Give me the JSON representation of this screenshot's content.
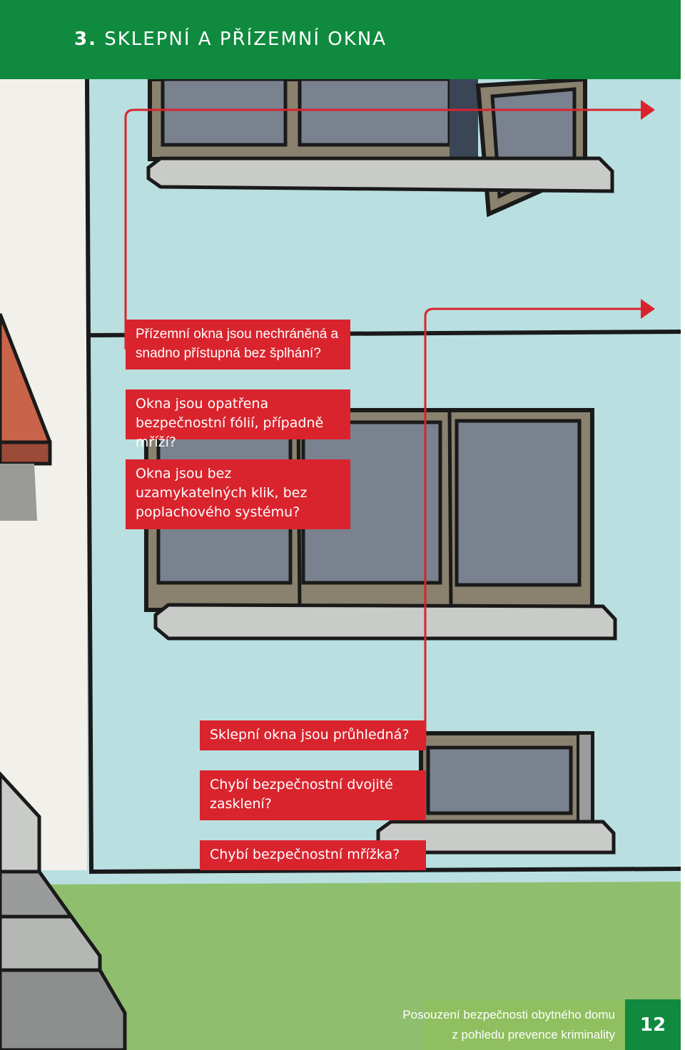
{
  "header": {
    "section_number": "3.",
    "section_title": "SKLEPNÍ A PŘÍZEMNÍ OKNA"
  },
  "callouts": [
    "Přízemní okna jsou nechráněná a snadno přístupná bez šplhání?",
    "Okna jsou opatřena bezpečnostní fólií, případně mříží?",
    "Okna jsou bez uzamykatelných klik, bez poplachového systému?",
    "Sklepní okna jsou průhledná?",
    "Chybí bezpečnostní dvojité zasklení?",
    "Chybí bezpečnostní mřížka?"
  ],
  "footer": {
    "line1": "Posouzení bezpečnosti obytného domu",
    "line2": "z pohledu prevence kriminality",
    "page_number": "12"
  },
  "colors": {
    "header_green": "#0f8a3f",
    "callout_red": "#d9242e",
    "wall": "#b9dfe0",
    "grass": "#8fbf6e",
    "frame": "#8a826e",
    "glass": "#7a8290"
  }
}
